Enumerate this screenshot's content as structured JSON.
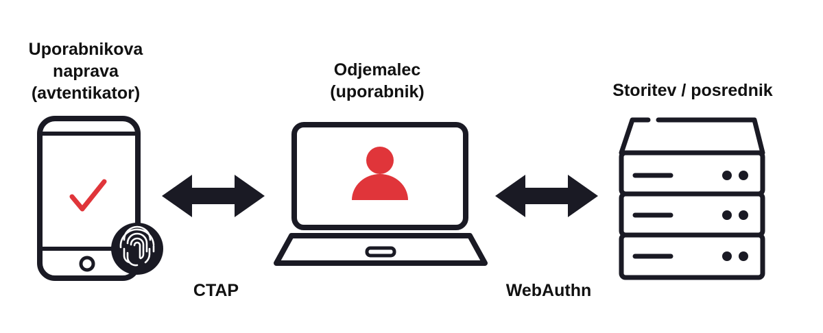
{
  "nodes": {
    "device": {
      "line1": "Uporabnikova",
      "line2": "naprava",
      "line3": "(avtentikator)"
    },
    "client": {
      "line1": "Odjemalec",
      "line2": "(uporabnik)"
    },
    "service": {
      "line1": "Storitev / posrednik"
    }
  },
  "connections": {
    "device_client": "CTAP",
    "client_service": "WebAuthn"
  },
  "icons": {
    "device": "smartphone-icon",
    "fingerprint": "fingerprint-icon",
    "check": "checkmark-icon",
    "client": "laptop-icon",
    "user": "user-icon",
    "service": "server-rack-icon",
    "arrows": "double-arrow-icon"
  },
  "colors": {
    "ink": "#1a1a24",
    "accent": "#e0353a"
  }
}
